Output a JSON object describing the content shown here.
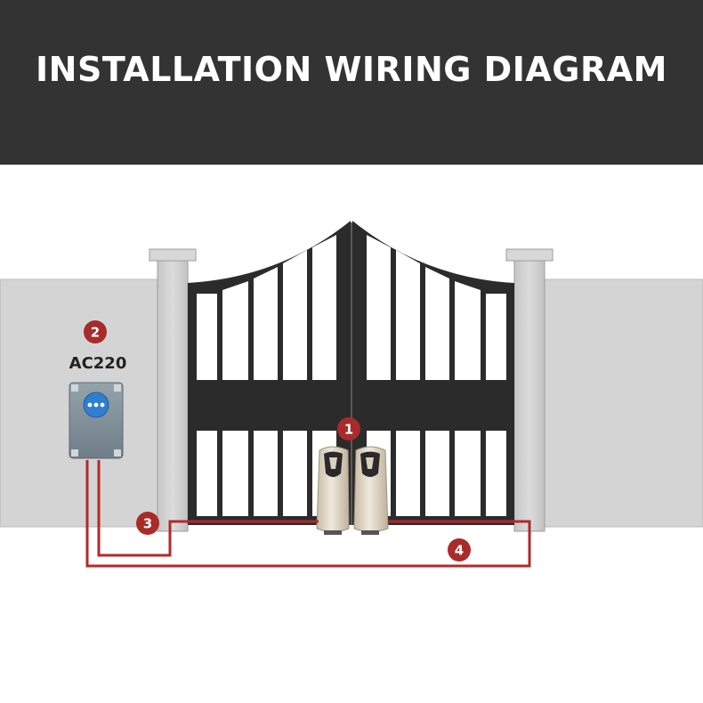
{
  "header": {
    "title": "INSTALLATION WIRING DIAGRAM"
  },
  "markers": [
    {
      "label": "1",
      "component": "gate-openers"
    },
    {
      "label": "2",
      "component": "control-box"
    },
    {
      "label": "3",
      "component": "wire-to-left-opener"
    },
    {
      "label": "4",
      "component": "wire-to-right-opener"
    }
  ],
  "control_box": {
    "label": "AC220"
  },
  "colors": {
    "header_bg": "#333333",
    "wall": "#d4d4d4",
    "gate": "#2b2b2b",
    "wire": "#b22a2a",
    "badge": "#a82c2a",
    "box": "#7d8c97",
    "opener": "#ddd3c2"
  }
}
